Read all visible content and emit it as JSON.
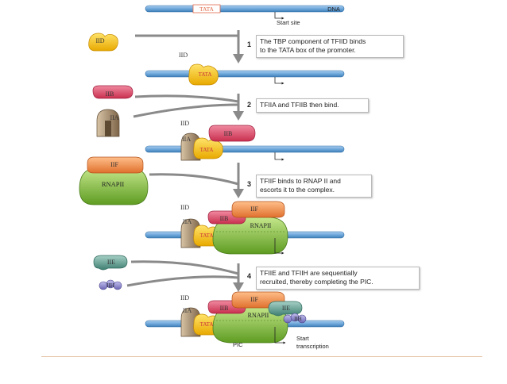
{
  "labels": {
    "dna": "DNA",
    "start_site": "Start site",
    "tata": "TATA",
    "tfiid": "IID",
    "tfiib": "IIB",
    "tfiia": "IIA",
    "tfiif": "IIF",
    "rnapii": "RNAPII",
    "tfiie": "IIE",
    "tfiih": "IIH",
    "pic": "PIC",
    "start_transcription_line1": "Start",
    "start_transcription_line2": "transcription"
  },
  "steps": [
    {
      "number": "1",
      "line1": "The TBP component of TFIID binds",
      "line2": "to the TATA box of the promoter."
    },
    {
      "number": "2",
      "line1": "TFIIA and TFIIB then bind.",
      "line2": ""
    },
    {
      "number": "3",
      "line1": "TFIIF binds to RNAP II and",
      "line2": "escorts it to the complex."
    },
    {
      "number": "4",
      "line1": "TFIIE and TFIIH are sequentially",
      "line2": "recruited, thereby completing the PIC."
    }
  ],
  "colors": {
    "dna": "#6fa8dc",
    "tfiid": "#f5c400",
    "tfiib": "#e0506e",
    "tfiia": "#9a8468",
    "tfiif": "#f08a4b",
    "rnapii": "#8cc63e",
    "tfiie": "#5a9c8e",
    "tfiih": "#8b86c9",
    "arrow": "#8a8a8a"
  }
}
